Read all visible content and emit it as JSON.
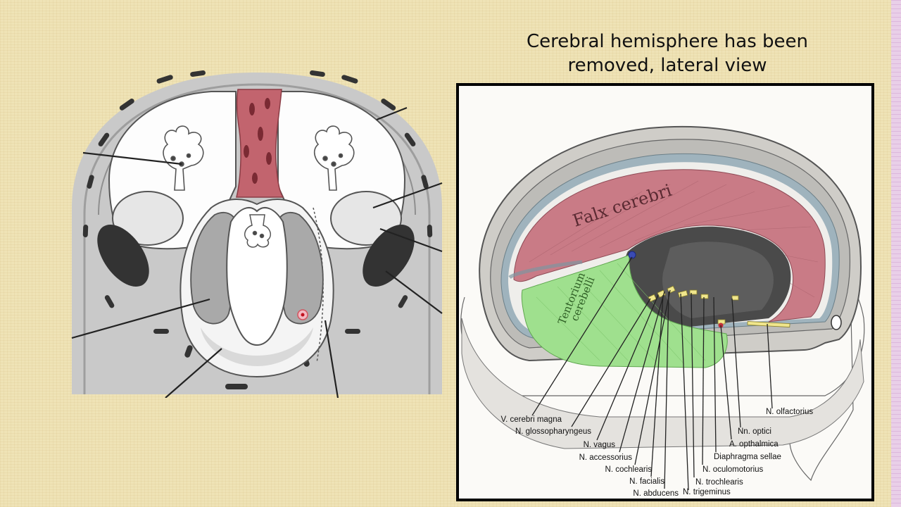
{
  "slide": {
    "title_lines": [
      "Cerebral hemisphere has been",
      "removed, lateral view"
    ]
  },
  "right_diagram": {
    "region_labels": {
      "falx": "Falx cerebri",
      "tentorium_line1": "Tentorium",
      "tentorium_line2": "cerebelli"
    },
    "annotations": [
      "V. cerebri magna",
      "N. glossopharyngeus",
      "N. vagus",
      "N. accessorius",
      "N. cochlearis",
      "N. facialis",
      "N. abducens",
      "N. trigeminus",
      "N. trochlearis",
      "N. oculomotorius",
      "Diaphragma sellae",
      "A. opthalmica",
      "Nn. optici",
      "N. olfactorius"
    ]
  },
  "colors": {
    "background": "#efe3b6",
    "falx": "#c97b86",
    "tentorium": "#9fe08e",
    "sinus_red": "#c2646e"
  }
}
